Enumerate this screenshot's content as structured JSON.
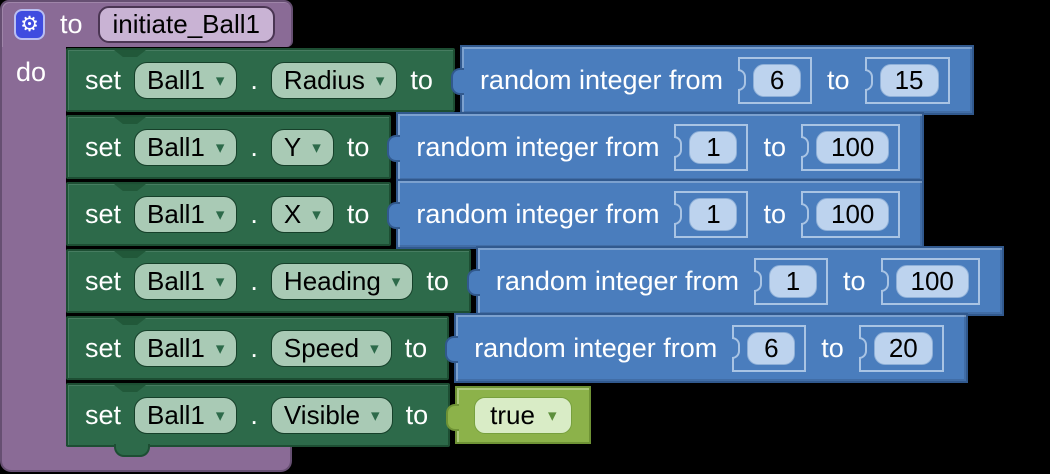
{
  "procedure": {
    "to_label": "to",
    "name": "initiate_Ball1",
    "do_label": "do"
  },
  "icons": {
    "gear": "⚙",
    "dropdown_arrow": "▾"
  },
  "statements": [
    {
      "set_label": "set",
      "component": "Ball1",
      "dot": ".",
      "property": "Radius",
      "to_label": "to",
      "value": {
        "kind": "random_integer",
        "label": "random integer from",
        "to_label": "to",
        "from": "6",
        "to": "15"
      }
    },
    {
      "set_label": "set",
      "component": "Ball1",
      "dot": ".",
      "property": "Y",
      "to_label": "to",
      "value": {
        "kind": "random_integer",
        "label": "random integer from",
        "to_label": "to",
        "from": "1",
        "to": "100"
      }
    },
    {
      "set_label": "set",
      "component": "Ball1",
      "dot": ".",
      "property": "X",
      "to_label": "to",
      "value": {
        "kind": "random_integer",
        "label": "random integer from",
        "to_label": "to",
        "from": "1",
        "to": "100"
      }
    },
    {
      "set_label": "set",
      "component": "Ball1",
      "dot": ".",
      "property": "Heading",
      "to_label": "to",
      "value": {
        "kind": "random_integer",
        "label": "random integer from",
        "to_label": "to",
        "from": "1",
        "to": "100"
      }
    },
    {
      "set_label": "set",
      "component": "Ball1",
      "dot": ".",
      "property": "Speed",
      "to_label": "to",
      "value": {
        "kind": "random_integer",
        "label": "random integer from",
        "to_label": "to",
        "from": "6",
        "to": "20"
      }
    },
    {
      "set_label": "set",
      "component": "Ball1",
      "dot": ".",
      "property": "Visible",
      "to_label": "to",
      "value": {
        "kind": "logic_true",
        "selected": "true"
      }
    }
  ],
  "colors": {
    "background": "#000000",
    "procedure_purple": "#8a6b96",
    "procedure_border": "#664f72",
    "name_field_bg": "#c9b3d4",
    "gear_button_blue": "#3f4ce0",
    "setter_green": "#2d6a4a",
    "setter_field_bg": "#a9cab5",
    "math_blue": "#4a7dbd",
    "number_field_bg": "#bdd3ee",
    "logic_green": "#8cb24a",
    "logic_field_bg": "#d9ecc6"
  }
}
